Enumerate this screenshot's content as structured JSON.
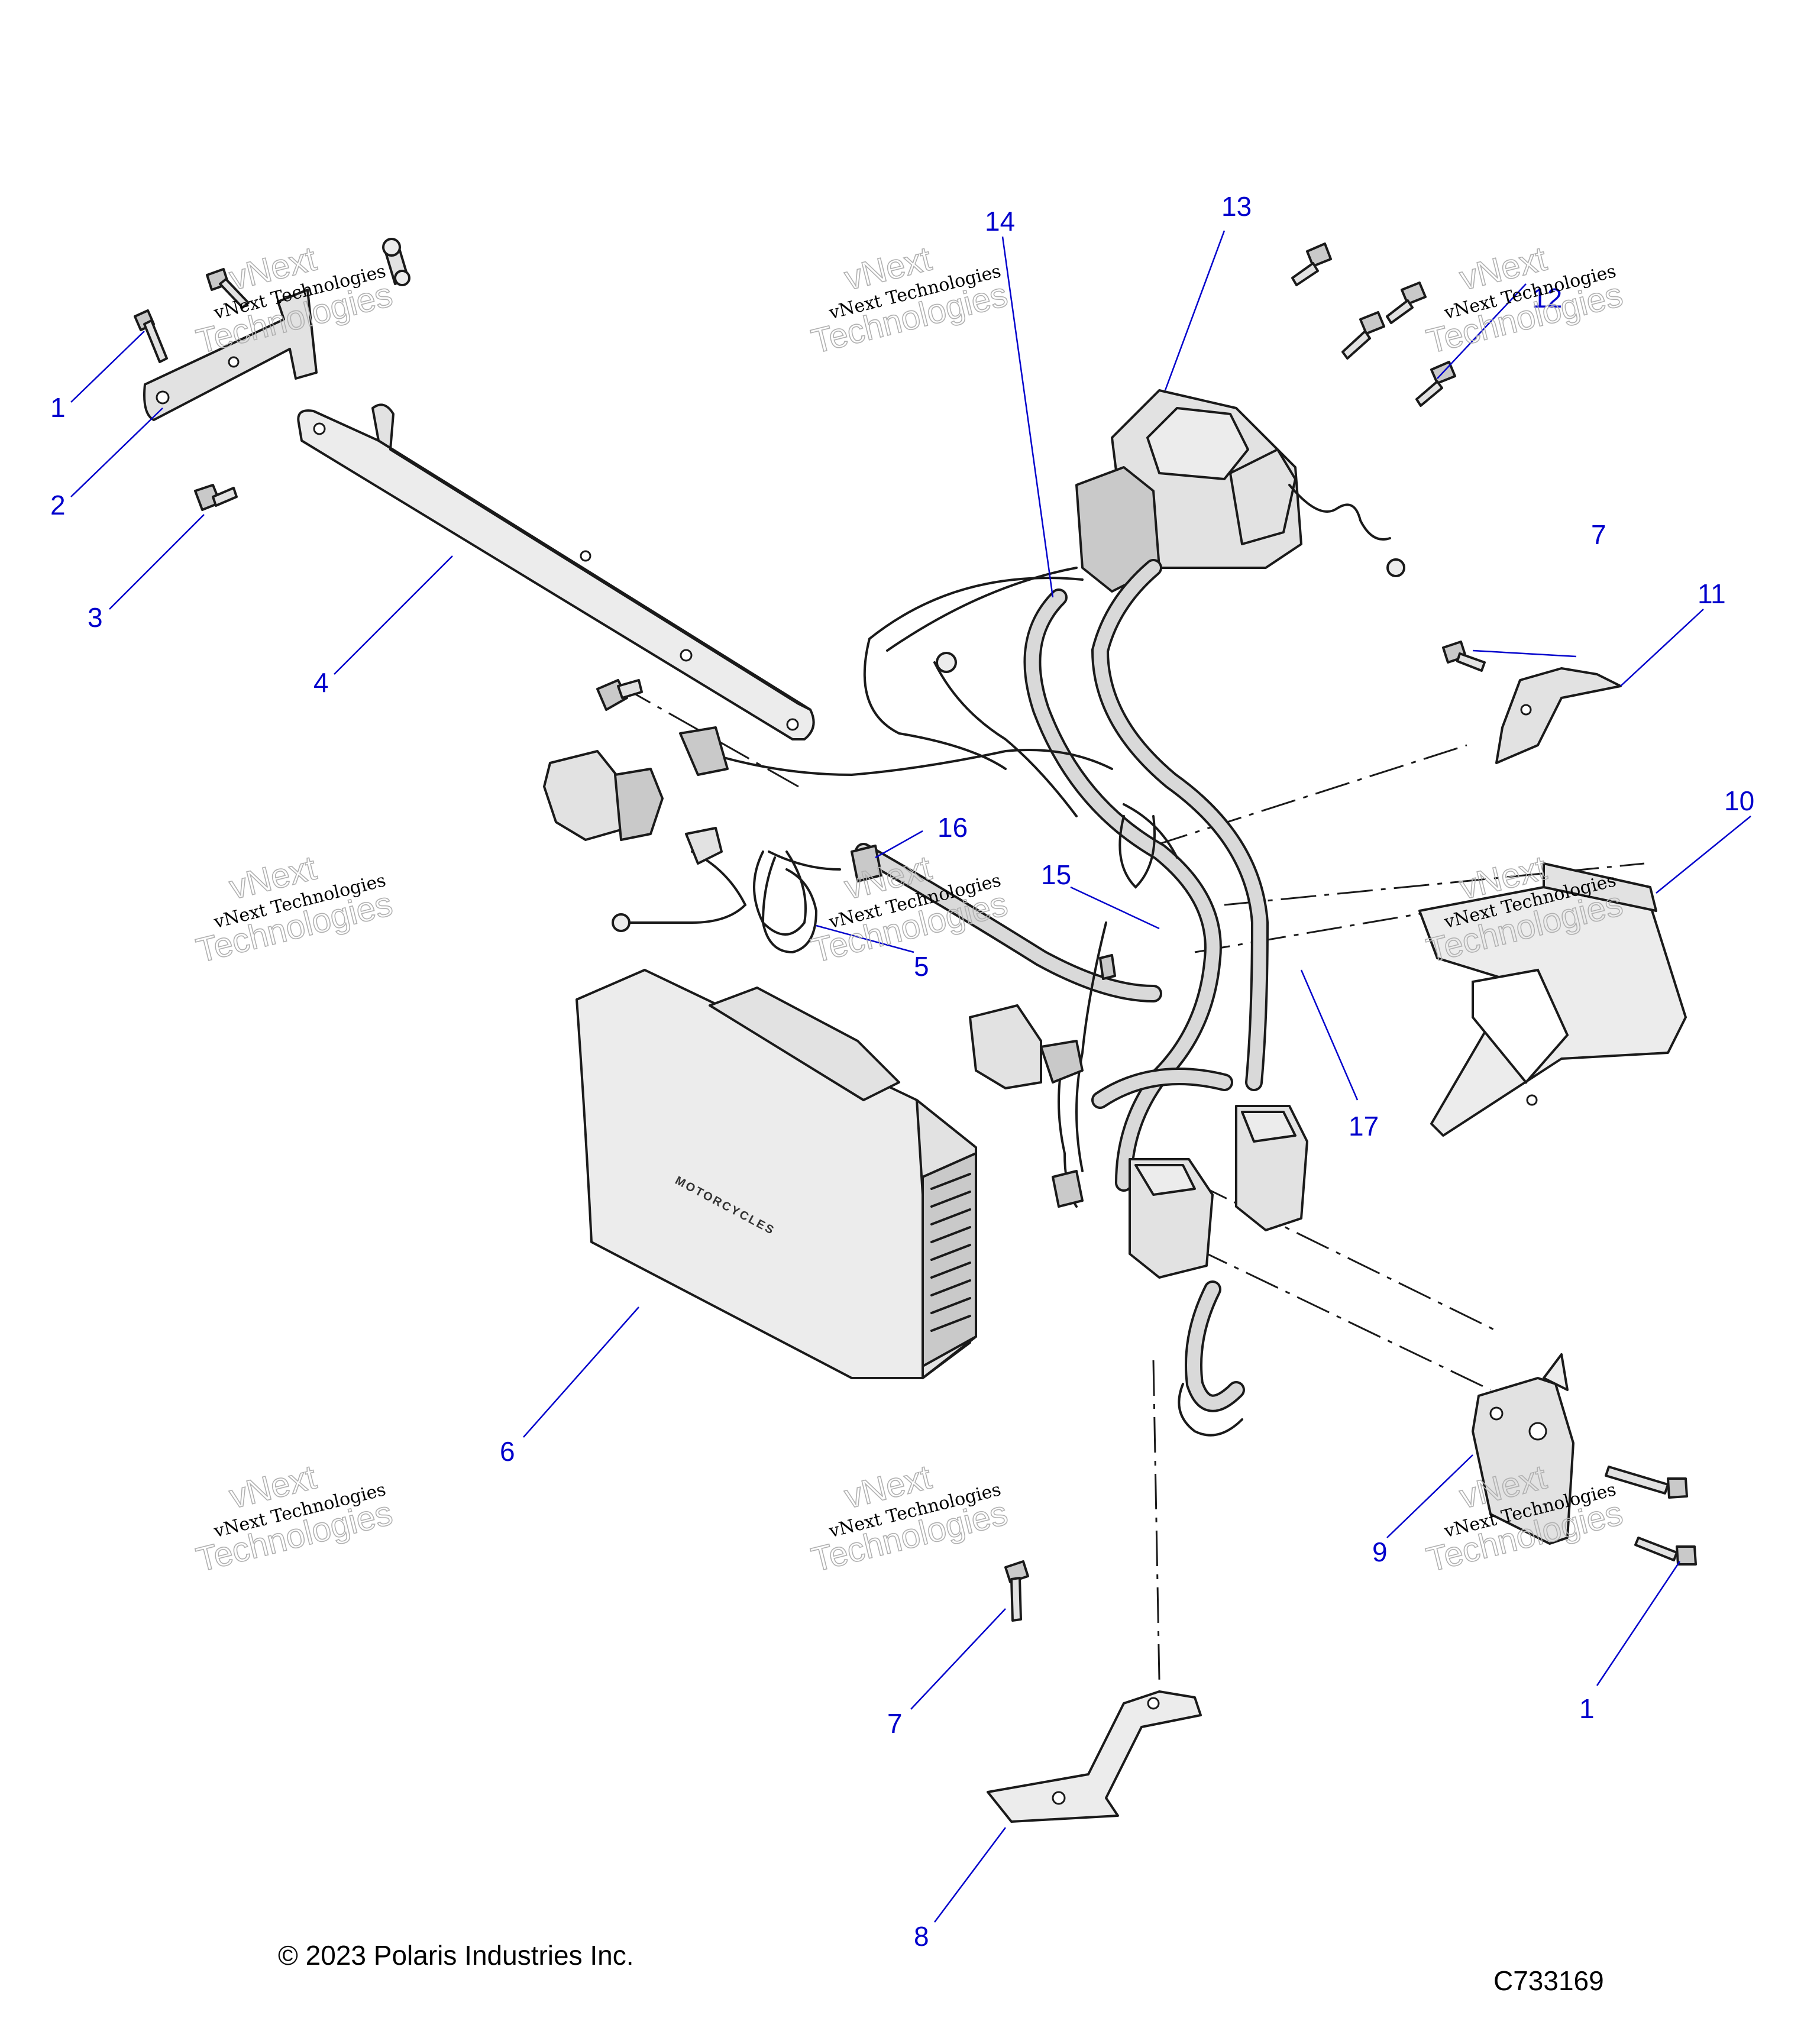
{
  "callouts": [
    {
      "id": "1",
      "label": "1"
    },
    {
      "id": "2",
      "label": "2"
    },
    {
      "id": "3",
      "label": "3"
    },
    {
      "id": "4",
      "label": "4"
    },
    {
      "id": "5",
      "label": "5"
    },
    {
      "id": "6",
      "label": "6"
    },
    {
      "id": "7a",
      "label": "7"
    },
    {
      "id": "7b",
      "label": "7"
    },
    {
      "id": "8",
      "label": "8"
    },
    {
      "id": "9",
      "label": "9"
    },
    {
      "id": "10",
      "label": "10"
    },
    {
      "id": "11",
      "label": "11"
    },
    {
      "id": "12",
      "label": "12"
    },
    {
      "id": "13",
      "label": "13"
    },
    {
      "id": "14",
      "label": "14"
    },
    {
      "id": "15",
      "label": "15"
    },
    {
      "id": "16",
      "label": "16"
    },
    {
      "id": "17",
      "label": "17"
    },
    {
      "id": "1b",
      "label": "1"
    }
  ],
  "watermark": {
    "line1": "vNext",
    "line2": "vNext Technologies",
    "line3": "Technologies"
  },
  "module_logo": "MOTORCYCLES",
  "footer": {
    "copyright": "© 2023 Polaris Industries Inc.",
    "figure_id": "C733169"
  },
  "colors": {
    "callout": "#0000cc",
    "line_art": "#1a1a1a",
    "part_fill": "#e2e2e2"
  }
}
